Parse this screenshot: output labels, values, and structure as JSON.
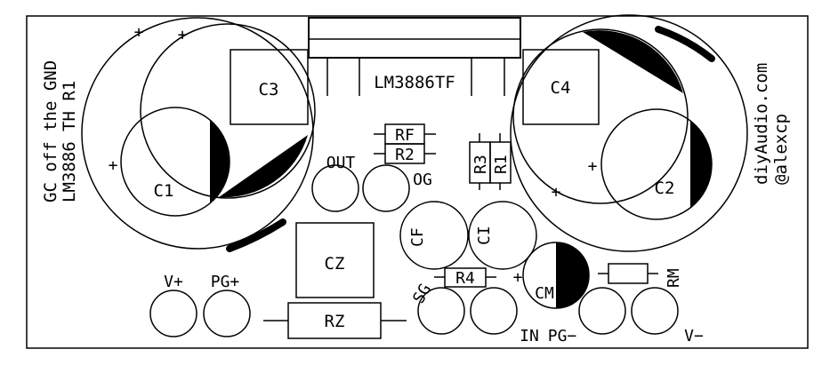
{
  "board": {
    "ic_label": "LM3886TF",
    "left_note": [
      "GC off the GND",
      "LM3886 TH R1"
    ],
    "right_note": [
      "diyAudio.com",
      "@alexcp"
    ]
  },
  "components": {
    "C1": "C1",
    "C2": "C2",
    "C3": "C3",
    "C4": "C4",
    "CZ": "CZ",
    "CF": "CF",
    "CI": "CI",
    "CM": "CM",
    "RF": "RF",
    "R2": "R2",
    "R3": "R3",
    "R1": "R1",
    "R4": "R4",
    "RZ": "RZ",
    "RM": "RM"
  },
  "pads": {
    "out": "OUT",
    "og": "OG",
    "v_plus": "V+",
    "pg_plus": "PG+",
    "sg": "SG",
    "in": "IN",
    "pg_minus": "PG−",
    "v_minus": "V−"
  },
  "polarity": {
    "plus": "+"
  }
}
